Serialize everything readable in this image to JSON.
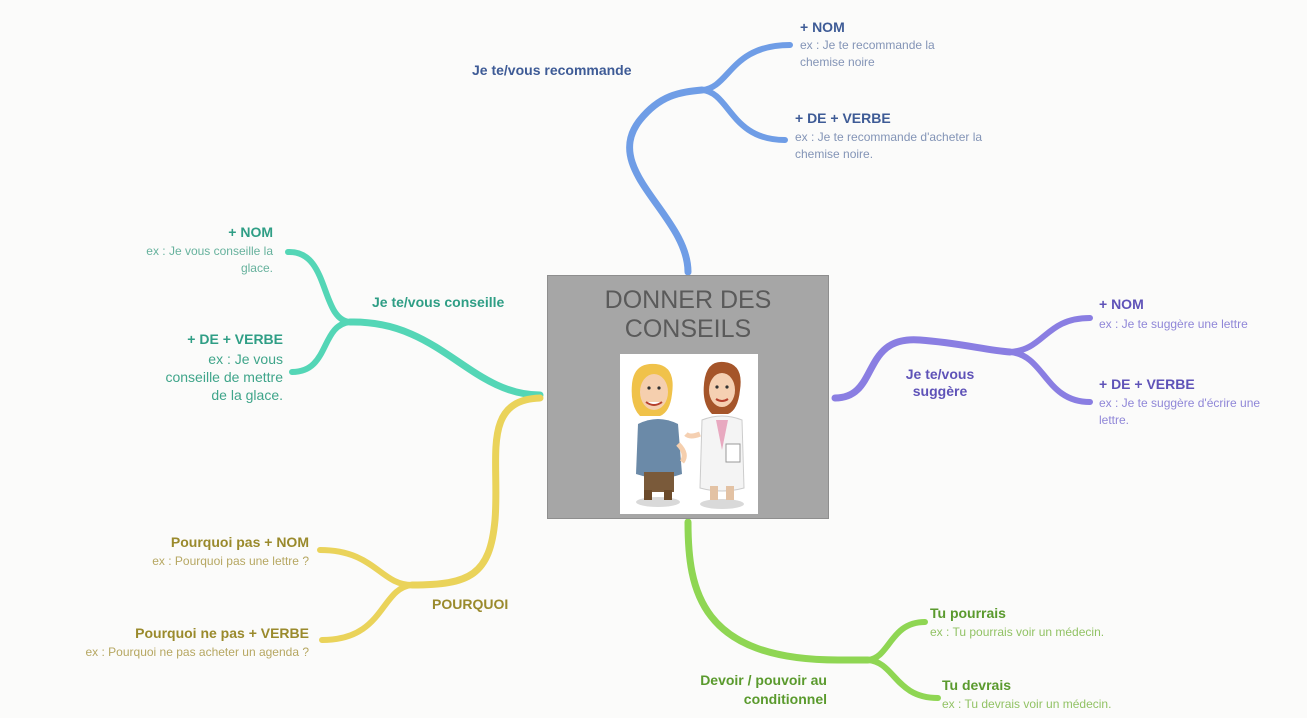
{
  "central": {
    "title": "DONNER DES\nCONSEILS",
    "image": "two-women-talking-illustration"
  },
  "branches": {
    "recommande": {
      "label": "Je te/vous recommande",
      "color": "#6f9de6",
      "items": [
        {
          "title": "+ NOM",
          "example": "ex : Je te recommande la\nchemise noire"
        },
        {
          "title": "+ DE + VERBE",
          "example": "ex : Je te recommande d'acheter la\nchemise noire."
        }
      ]
    },
    "conseille": {
      "label": "Je te/vous conseille",
      "color": "#54d6b6",
      "items": [
        {
          "title": "+ NOM",
          "example": "ex : Je vous conseille la\nglace."
        },
        {
          "title": "+ DE + VERBE",
          "example": "ex : Je vous\nconseille de mettre\nde la glace."
        }
      ]
    },
    "suggere": {
      "label": "Je te/vous\nsuggère",
      "color": "#8a7ee2",
      "items": [
        {
          "title": "+ NOM",
          "example": "ex : Je te suggère une lettre"
        },
        {
          "title": "+ DE + VERBE",
          "example": "ex : Je te suggère d'écrire une\nlettre."
        }
      ]
    },
    "pourquoi": {
      "label": "POURQUOI",
      "color": "#ead35a",
      "items": [
        {
          "title": "Pourquoi pas + NOM",
          "example": "ex : Pourquoi pas une lettre ?"
        },
        {
          "title": "Pourquoi ne pas + VERBE",
          "example": "ex : Pourquoi ne pas acheter un agenda ?"
        }
      ]
    },
    "devoir": {
      "label": "Devoir / pouvoir au\nconditionnel",
      "color": "#8fd653",
      "items": [
        {
          "title": "Tu pourrais",
          "example": "ex : Tu pourrais voir un médecin."
        },
        {
          "title": "Tu devrais",
          "example": "ex : Tu devrais voir un médecin."
        }
      ]
    }
  }
}
